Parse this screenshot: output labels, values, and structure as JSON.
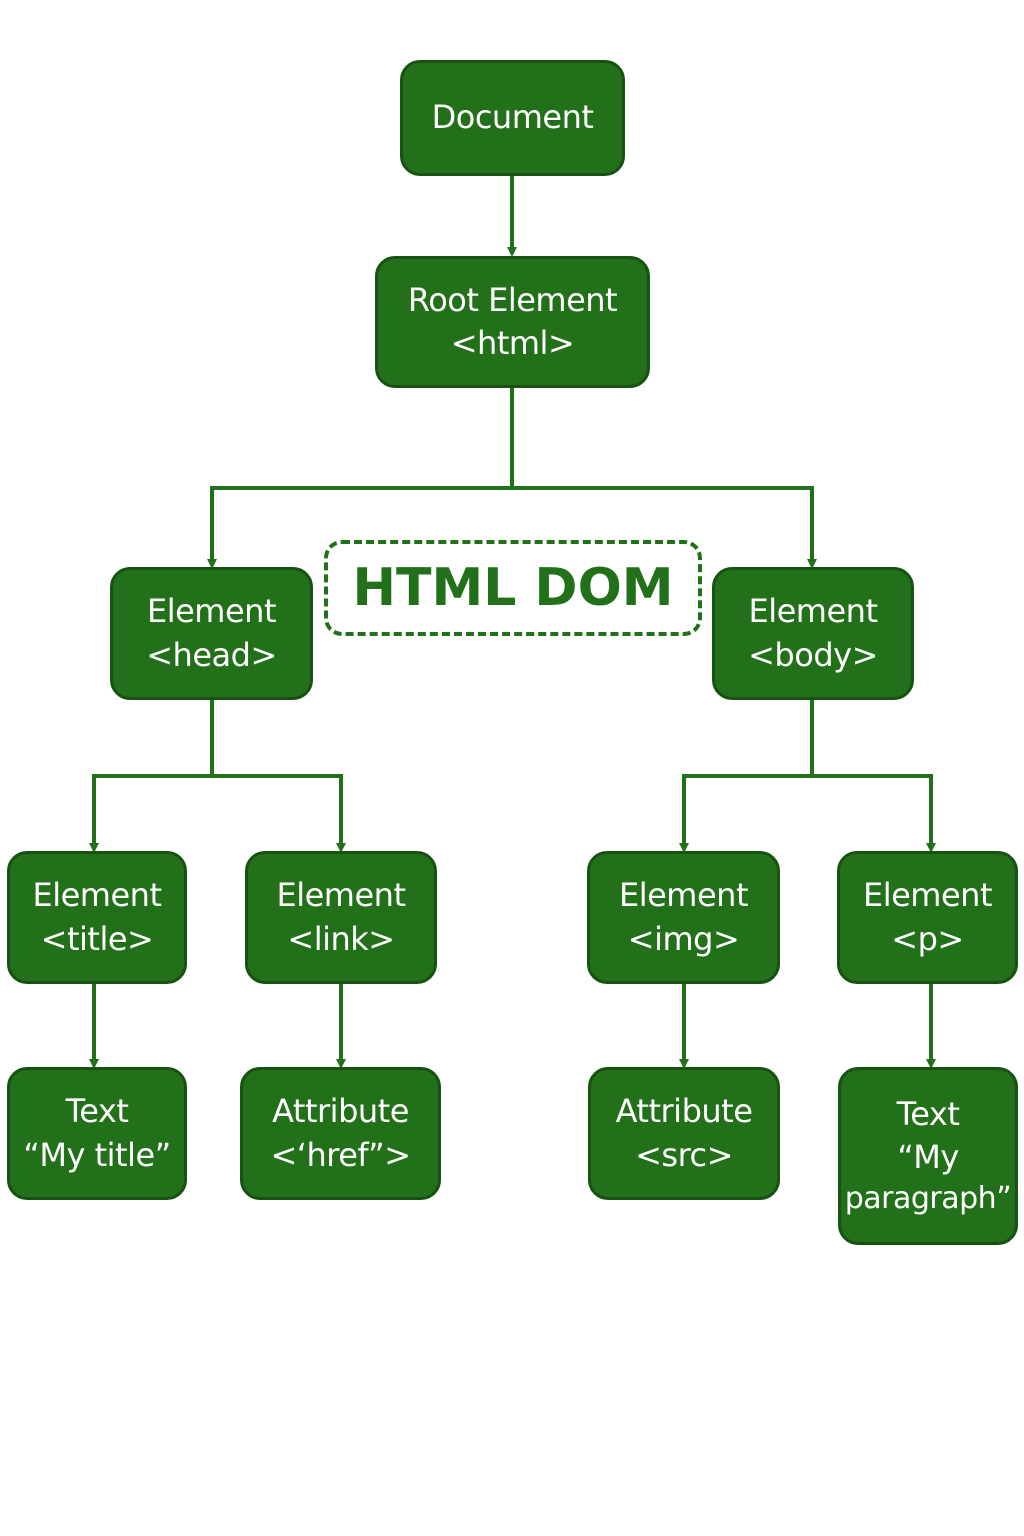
{
  "title": "HTML DOM",
  "colors": {
    "node_fill": "#22701a",
    "node_border": "#175212",
    "line": "#22701a",
    "text": "#ffffff"
  },
  "nodes": {
    "document": {
      "line1": "Document"
    },
    "root": {
      "line1": "Root Element",
      "line2": "<html>"
    },
    "head": {
      "line1": "Element",
      "line2": "<head>"
    },
    "body": {
      "line1": "Element",
      "line2": "<body>"
    },
    "title": {
      "line1": "Element",
      "line2": "<title>"
    },
    "link": {
      "line1": "Element",
      "line2": "<link>"
    },
    "img": {
      "line1": "Element",
      "line2": "<img>"
    },
    "p": {
      "line1": "Element",
      "line2": "<p>"
    },
    "title_text": {
      "line1": "Text",
      "line2": "“My title”"
    },
    "href_attr": {
      "line1": "Attribute",
      "line2": "<‘href”>"
    },
    "src_attr": {
      "line1": "Attribute",
      "line2": "<src>"
    },
    "p_text": {
      "line1": "Text",
      "line2": "“My",
      "line3": "paragraph”"
    }
  }
}
